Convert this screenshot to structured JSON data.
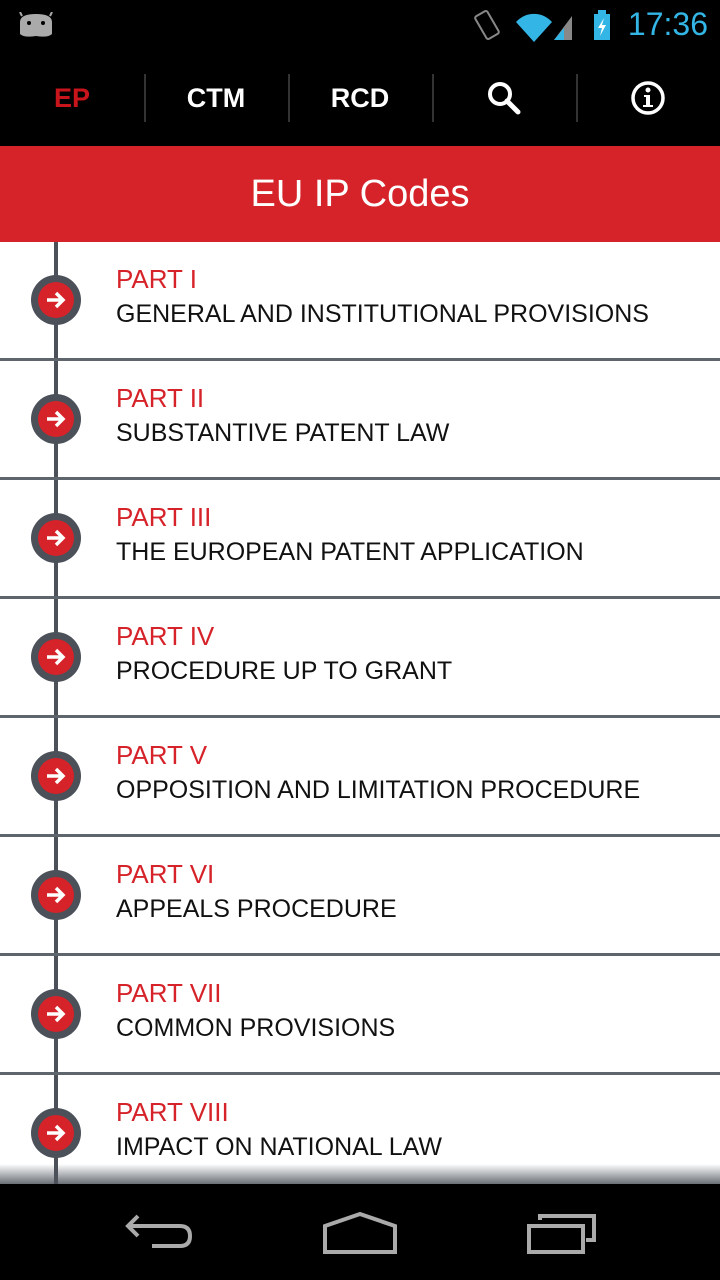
{
  "status_bar": {
    "time": "17:36",
    "icons": [
      "android-debug-icon",
      "vibrate-icon",
      "wifi-icon",
      "signal-icon",
      "battery-charging-icon"
    ]
  },
  "tabs": [
    {
      "label": "EP",
      "active": true
    },
    {
      "label": "CTM"
    },
    {
      "label": "RCD"
    },
    {
      "icon": "search-icon"
    },
    {
      "icon": "info-icon"
    }
  ],
  "header": {
    "title": "EU IP Codes"
  },
  "colors": {
    "accent": "#d6232a",
    "timeline": "#4b5059",
    "status": "#33b5e5"
  },
  "parts": [
    {
      "part": "PART I",
      "title": "GENERAL AND INSTITUTIONAL PROVISIONS"
    },
    {
      "part": "PART II",
      "title": "SUBSTANTIVE PATENT LAW"
    },
    {
      "part": "PART III",
      "title": "THE EUROPEAN PATENT APPLICATION"
    },
    {
      "part": "PART IV",
      "title": "PROCEDURE UP TO GRANT"
    },
    {
      "part": "PART V",
      "title": "OPPOSITION AND LIMITATION PROCEDURE"
    },
    {
      "part": "PART VI",
      "title": "APPEALS PROCEDURE"
    },
    {
      "part": "PART VII",
      "title": "COMMON PROVISIONS"
    },
    {
      "part": "PART VIII",
      "title": "IMPACT ON NATIONAL LAW"
    }
  ],
  "nav": [
    "back-icon",
    "home-icon",
    "recents-icon"
  ]
}
